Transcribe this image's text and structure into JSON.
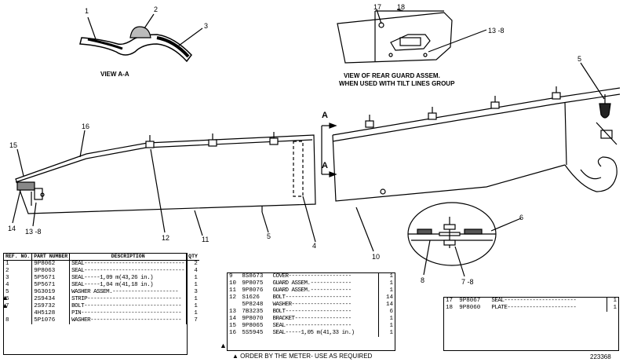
{
  "callouts": {
    "c1": "1",
    "c2": "2",
    "c3": "3",
    "c4": "4",
    "c5a": "5",
    "c5b": "5",
    "c6": "6",
    "c7": "7 -8",
    "c8": "8",
    "c10": "10",
    "c11": "11",
    "c12": "12",
    "c13a": "13 -8",
    "c13b": "13 -8",
    "c14": "14",
    "c15": "15",
    "c16": "16",
    "c17": "17",
    "c18": "18",
    "a_top": "A",
    "a_bottom": "A"
  },
  "captions": {
    "view_aa": "VIEW A-A",
    "rear_guard_line1": "VIEW OF REAR GUARD ASSEM.",
    "rear_guard_line2": "WHEN USED WITH TILT LINES GROUP"
  },
  "table1": {
    "headers": [
      "REF. NO.",
      "PART NUMBER",
      "DESCRIPTION",
      "QTY"
    ],
    "rows": [
      {
        "mark": "",
        "ref": "1",
        "part": "9P8062",
        "desc": "SEAL--------------------------------",
        "qty": "2"
      },
      {
        "mark": "",
        "ref": "2",
        "part": "9P8063",
        "desc": "SEAL--------------------------------",
        "qty": "4"
      },
      {
        "mark": "▲",
        "ref": "3",
        "part": "5P5671",
        "desc": "SEAL-----1,09 m(43,26 in.)",
        "qty": "1"
      },
      {
        "mark": "▲",
        "ref": "4",
        "part": "5P5671",
        "desc": "SEAL-----1,04 m(41,18 in.)",
        "qty": "1"
      },
      {
        "mark": "",
        "ref": "5",
        "part": "9G3019",
        "desc": "WASHER ASSEM.---------------------",
        "qty": "3"
      },
      {
        "mark": "",
        "ref": "6",
        "part": "2S9434",
        "desc": "STRIP------------------------------",
        "qty": "1"
      },
      {
        "mark": "",
        "ref": "7",
        "part": "2S9732",
        "desc": "BOLT-------------------------------",
        "qty": "1"
      },
      {
        "mark": "",
        "ref": "",
        "part": "4H5128",
        "desc": "PIN--------------------------------",
        "qty": "1"
      },
      {
        "mark": "",
        "ref": "8",
        "part": "5P1076",
        "desc": "WASHER-----------------------------",
        "qty": "7"
      }
    ]
  },
  "table2": {
    "rows": [
      {
        "mark": "",
        "ref": "9",
        "part": "8S8673",
        "desc": "COVER--------------------",
        "qty": "1"
      },
      {
        "mark": "",
        "ref": "10",
        "part": "9P8075",
        "desc": "GUARD ASSEM.-------------",
        "qty": "1"
      },
      {
        "mark": "",
        "ref": "11",
        "part": "9P8076",
        "desc": "GUARD ASSEM.-------------",
        "qty": "1"
      },
      {
        "mark": "",
        "ref": "12",
        "part": "S1626",
        "desc": "BOLT---------------------",
        "qty": "14"
      },
      {
        "mark": "",
        "ref": "",
        "part": "5P8248",
        "desc": "WASHER-------------------",
        "qty": "14"
      },
      {
        "mark": "",
        "ref": "13",
        "part": "7B3235",
        "desc": "BOLT---------------------",
        "qty": "6"
      },
      {
        "mark": "",
        "ref": "14",
        "part": "9P8070",
        "desc": "BRACKET------------------",
        "qty": "1"
      },
      {
        "mark": "",
        "ref": "15",
        "part": "9P8065",
        "desc": "SEAL---------------------",
        "qty": "1"
      },
      {
        "mark": "▲",
        "ref": "16",
        "part": "5S5945",
        "desc": "SEAL-----1,05 m(41,33 in.)",
        "qty": "1"
      }
    ],
    "footnote": "▲ ORDER BY THE METER- USE AS REQUIRED"
  },
  "table3": {
    "rows": [
      {
        "ref": "17",
        "part": "9P8067",
        "desc": "SEAL-----------------------",
        "qty": "1"
      },
      {
        "ref": "18",
        "part": "9P8060",
        "desc": "PLATE----------------------",
        "qty": "1"
      }
    ]
  },
  "figure_number": "223368"
}
